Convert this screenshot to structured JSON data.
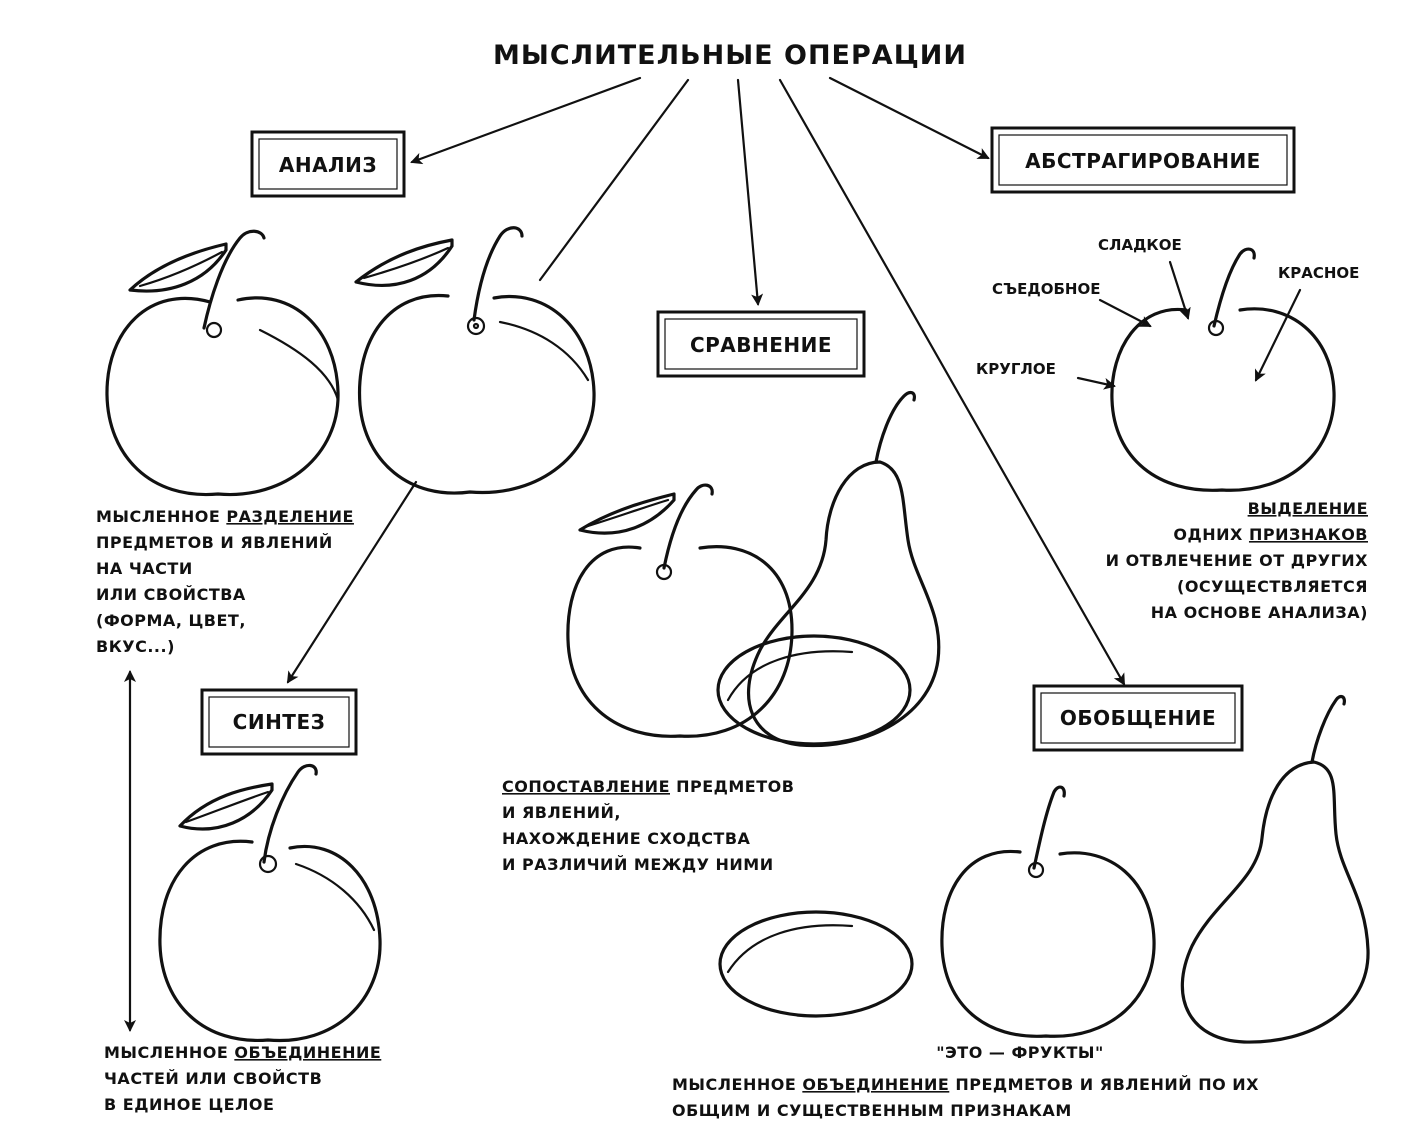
{
  "title": "МЫСЛИТЕЛЬНЫЕ ОПЕРАЦИИ",
  "operations": {
    "analysis": "АНАЛИЗ",
    "comparison": "СРАВНЕНИЕ",
    "abstraction": "АБСТРАГИРОВАНИЕ",
    "synthesis": "СИНТЕЗ",
    "generalization": "ОБОБЩЕНИЕ"
  },
  "analysis_caption": {
    "line1_a": "МЫСЛЕННОЕ ",
    "line1_b": "РАЗДЕЛЕНИЕ",
    "line2": "ПРЕДМЕТОВ И ЯВЛЕНИЙ",
    "line3": "НА ЧАСТИ",
    "line4": "ИЛИ СВОЙСТВА",
    "line5": "(ФОРМА, ЦВЕТ,",
    "line6": "ВКУС...)"
  },
  "synthesis_caption": {
    "line1_a": "МЫСЛЕННОЕ ",
    "line1_b": "ОБЪЕДИНЕНИЕ",
    "line2": "ЧАСТЕЙ ИЛИ СВОЙСТВ",
    "line3": "В ЕДИНОЕ ЦЕЛОЕ"
  },
  "comparison_caption": {
    "line1_a": "СОПОСТАВЛЕНИЕ",
    "line1_b": " ПРЕДМЕТОВ",
    "line2": "И ЯВЛЕНИЙ,",
    "line3": "НАХОЖДЕНИЕ СХОДСТВА",
    "line4": "И РАЗЛИЧИЙ МЕЖДУ НИМИ"
  },
  "abstraction_properties": {
    "sweet": "СЛАДКОЕ",
    "red": "КРАСНОЕ",
    "edible": "СЪЕДОБНОЕ",
    "round": "КРУГЛОЕ"
  },
  "abstraction_caption": {
    "line1": "ВЫДЕЛЕНИЕ",
    "line2_a": "ОДНИХ ",
    "line2_b": "ПРИЗНАКОВ",
    "line3": "И ОТВЛЕЧЕНИЕ ОТ ДРУГИХ",
    "line4": "(ОСУЩЕСТВЛЯЕТСЯ",
    "line5": "НА ОСНОВЕ АНАЛИЗА)"
  },
  "generalization_caption": {
    "quote": "\"ЭТО — ФРУКТЫ\"",
    "line1_a": "МЫСЛЕННОЕ ",
    "line1_b": "ОБЪЕДИНЕНИЕ",
    "line1_c": " ПРЕДМЕТОВ И ЯВЛЕНИЙ ПО ИХ",
    "line2": "ОБЩИМ И СУЩЕСТВЕННЫМ ПРИЗНАКАМ"
  }
}
